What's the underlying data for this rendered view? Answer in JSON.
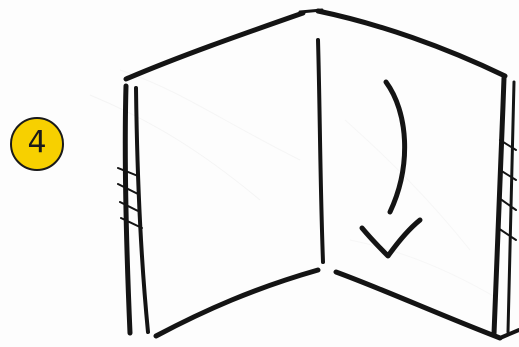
{
  "step": {
    "number": "4"
  },
  "colors": {
    "badge_fill": "#f7d000",
    "ink": "#141414",
    "paper": "#fdfdfd"
  },
  "illustration": {
    "subject": "folded-card-sketch",
    "arrow_direction": "down"
  }
}
